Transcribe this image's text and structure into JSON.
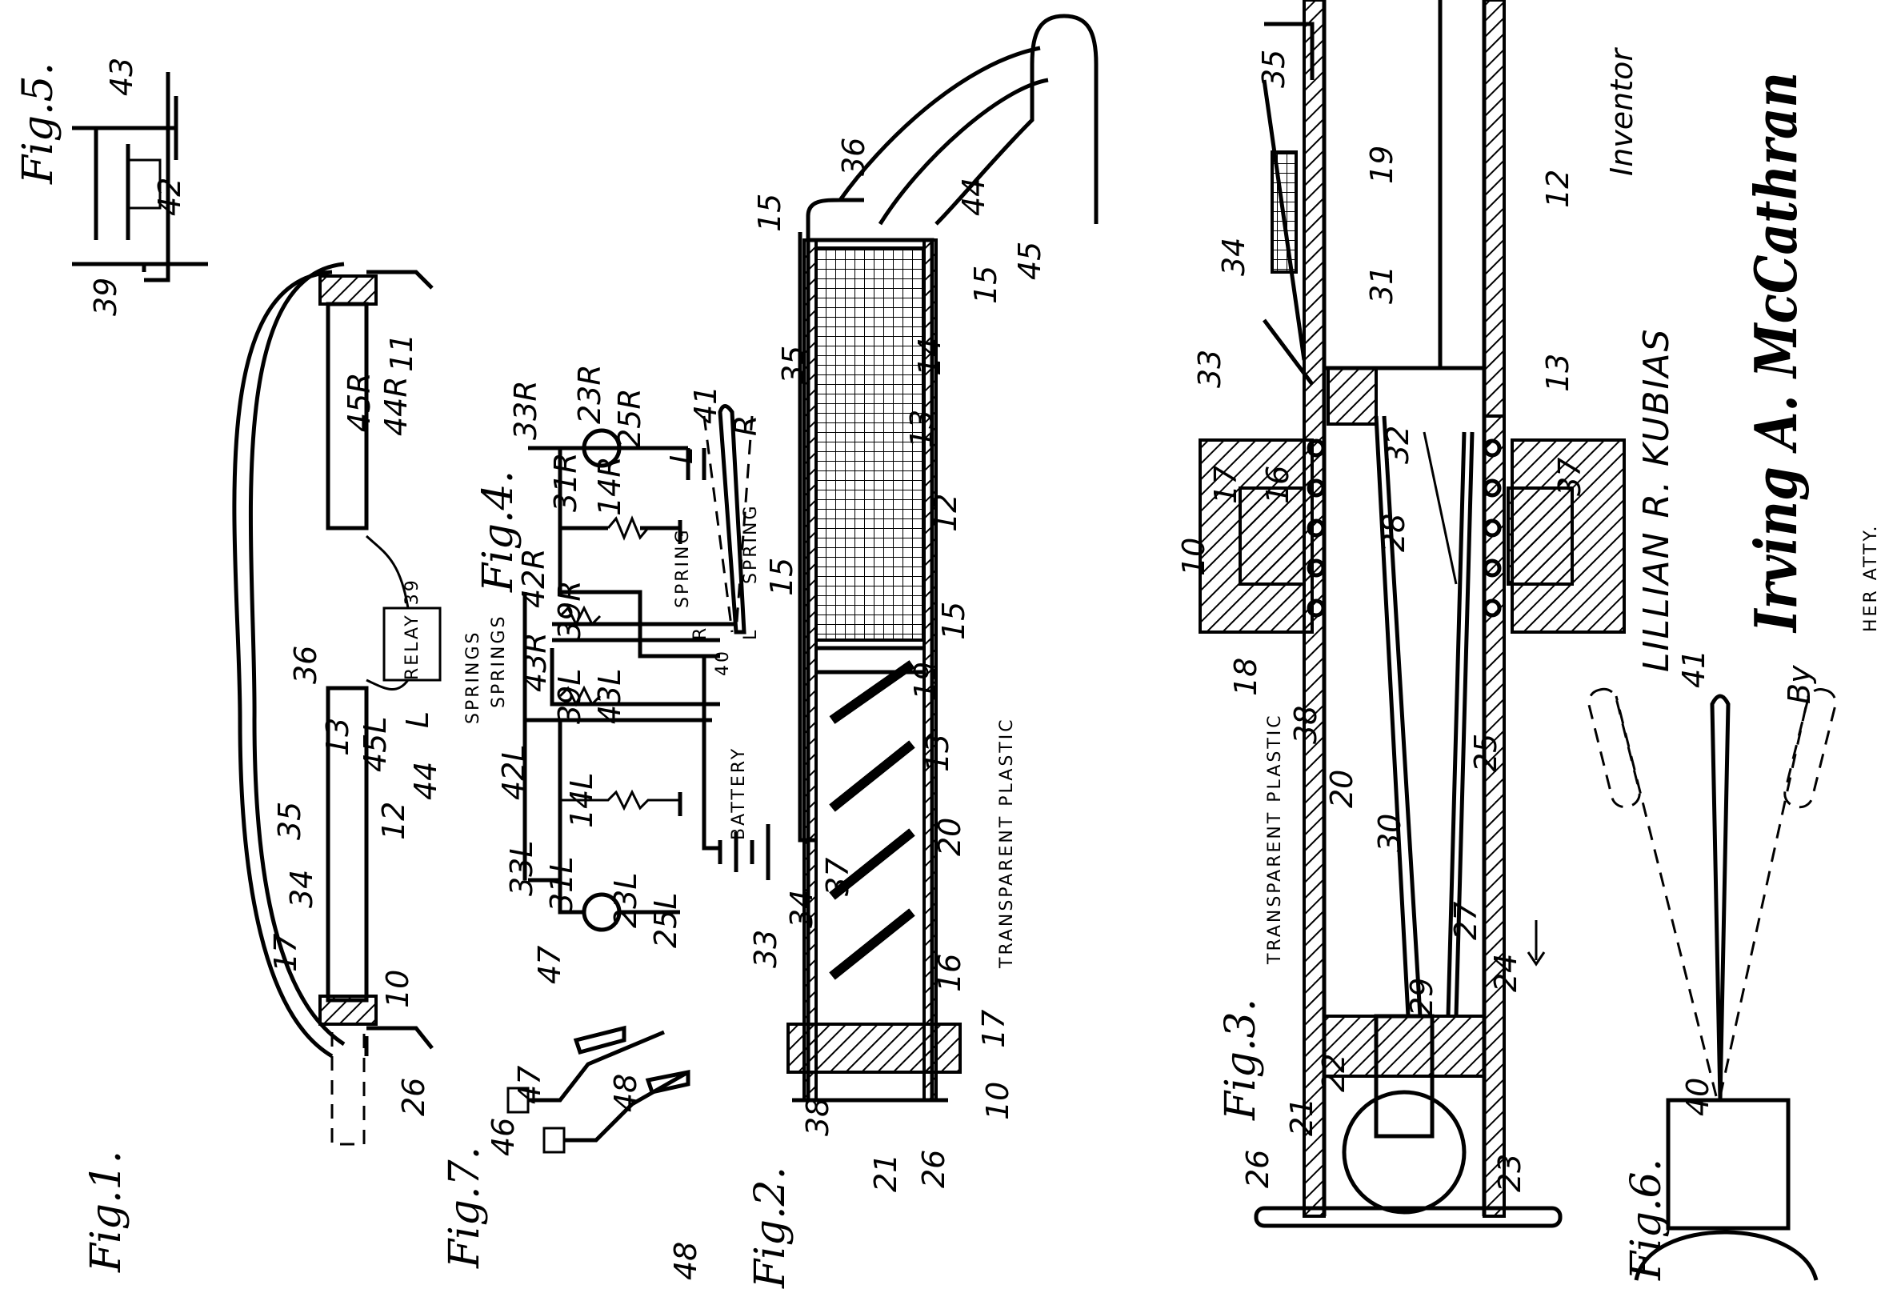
{
  "fig1": {
    "title": "Fig.1.",
    "labels": [
      "26",
      "10",
      "17",
      "34",
      "35",
      "12",
      "13",
      "36",
      "45L",
      "44",
      "RELAY 39",
      "45R",
      "44R",
      "11",
      "L"
    ]
  },
  "fig2": {
    "title": "Fig.2.",
    "labels": [
      "15",
      "15",
      "15",
      "15",
      "35",
      "36",
      "44",
      "45",
      "14",
      "13",
      "12",
      "19",
      "13",
      "TRANSPARENT PLASTIC",
      "20",
      "37",
      "34",
      "33",
      "16",
      "17",
      "10",
      "26",
      "21",
      "38"
    ]
  },
  "fig3": {
    "title": "Fig.3.",
    "labels": [
      "35",
      "19",
      "12",
      "34",
      "33",
      "31",
      "13",
      "32",
      "28",
      "37",
      "16",
      "17",
      "10",
      "18",
      "38",
      "TRANSPARENT PLASTIC",
      "20",
      "30",
      "25",
      "27",
      "29",
      "24",
      "22",
      "21",
      "26",
      "23"
    ]
  },
  "fig4": {
    "title": "Fig.4.",
    "labels": [
      "33R",
      "23R",
      "25R",
      "31R",
      "14R",
      "41",
      "L",
      "R",
      "42R",
      "39R",
      "SPRINGS",
      "SPRINGS",
      "43R",
      "SPRING",
      "SPRING",
      "R",
      "40",
      "L",
      "39L",
      "43L",
      "42L",
      "14L",
      "BATTERY",
      "33L",
      "31L",
      "23L",
      "25L"
    ]
  },
  "fig5": {
    "title": "Fig.5.",
    "labels": [
      "43",
      "42",
      "39"
    ]
  },
  "fig6": {
    "title": "Fig.6.",
    "labels": [
      "40",
      "41"
    ]
  },
  "fig7": {
    "title": "Fig.7.",
    "labels": [
      "46",
      "47",
      "47",
      "48",
      "48"
    ]
  },
  "inventor": {
    "heading": "Inventor",
    "name": "LILLIAN R. KUBIAS",
    "by": "By",
    "signature": "Irving A. McCathran",
    "role": "HER ATTY."
  }
}
